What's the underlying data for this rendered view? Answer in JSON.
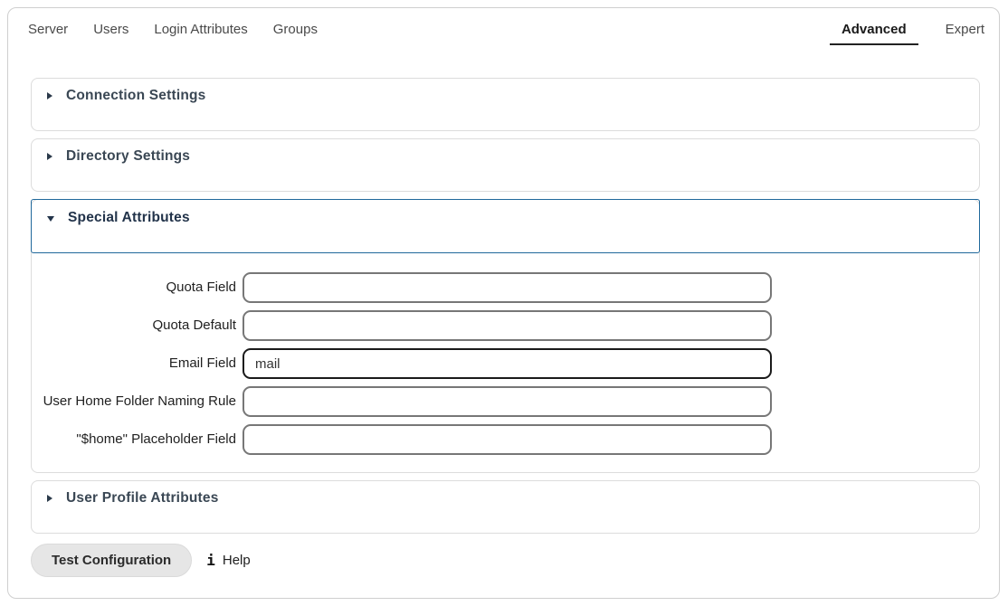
{
  "tabs": {
    "left": [
      {
        "label": "Server"
      },
      {
        "label": "Users"
      },
      {
        "label": "Login Attributes"
      },
      {
        "label": "Groups"
      }
    ],
    "right": [
      {
        "label": "Advanced",
        "active": true
      },
      {
        "label": "Expert",
        "active": false
      }
    ]
  },
  "sections": {
    "connection": {
      "title": "Connection Settings",
      "expanded": false
    },
    "directory": {
      "title": "Directory Settings",
      "expanded": false
    },
    "special": {
      "title": "Special Attributes",
      "expanded": true
    },
    "profile": {
      "title": "User Profile Attributes",
      "expanded": false
    }
  },
  "special_fields": {
    "quota_field": {
      "label": "Quota Field",
      "value": ""
    },
    "quota_default": {
      "label": "Quota Default",
      "value": ""
    },
    "email_field": {
      "label": "Email Field",
      "value": "mail"
    },
    "home_naming_rule": {
      "label": "User Home Folder Naming Rule",
      "value": ""
    },
    "home_placeholder": {
      "label": "\"$home\" Placeholder Field",
      "value": ""
    }
  },
  "footer": {
    "test_button": "Test Configuration",
    "help_icon": "i",
    "help_label": "Help"
  },
  "icons": {
    "collapsed_marker": "triangle-right-icon",
    "expanded_marker": "triangle-down-icon",
    "help": "info-icon"
  },
  "colors": {
    "accent_border": "#20689b",
    "panel_border": "#dcdcdc",
    "page_border": "#cfcfcf",
    "input_border": "#777777",
    "input_border_filled": "#1a1a1a",
    "active_tab_underline": "#222222",
    "button_bg": "#e6e6e6",
    "heading_text": "#3a4754"
  }
}
